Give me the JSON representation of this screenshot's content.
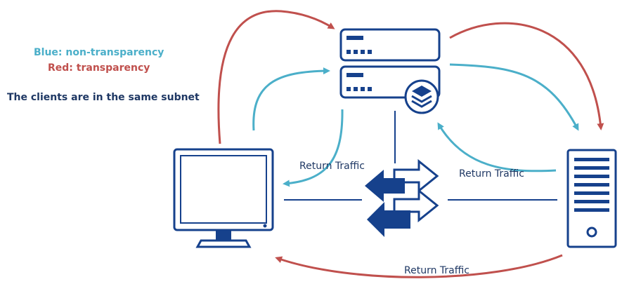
{
  "legend": {
    "blue_label": "Blue: non-transparency",
    "red_label": "Red: transparency",
    "note": "The clients are in the same subnet"
  },
  "labels": {
    "return_left": "Return Traffic",
    "return_right": "Return Traffic",
    "return_bottom": "Return Traffic"
  },
  "colors": {
    "blue_flow": "#4bafc9",
    "red_flow": "#c0504d",
    "device": "#16418c",
    "note_text": "#1f3864",
    "label_text": "#1f3864"
  },
  "icons": {
    "client": "monitor-icon",
    "top_device": "appliance-icon",
    "middle_device": "appliance-with-stack-icon",
    "switch": "switch-arrows-icon",
    "server": "tower-server-icon"
  }
}
